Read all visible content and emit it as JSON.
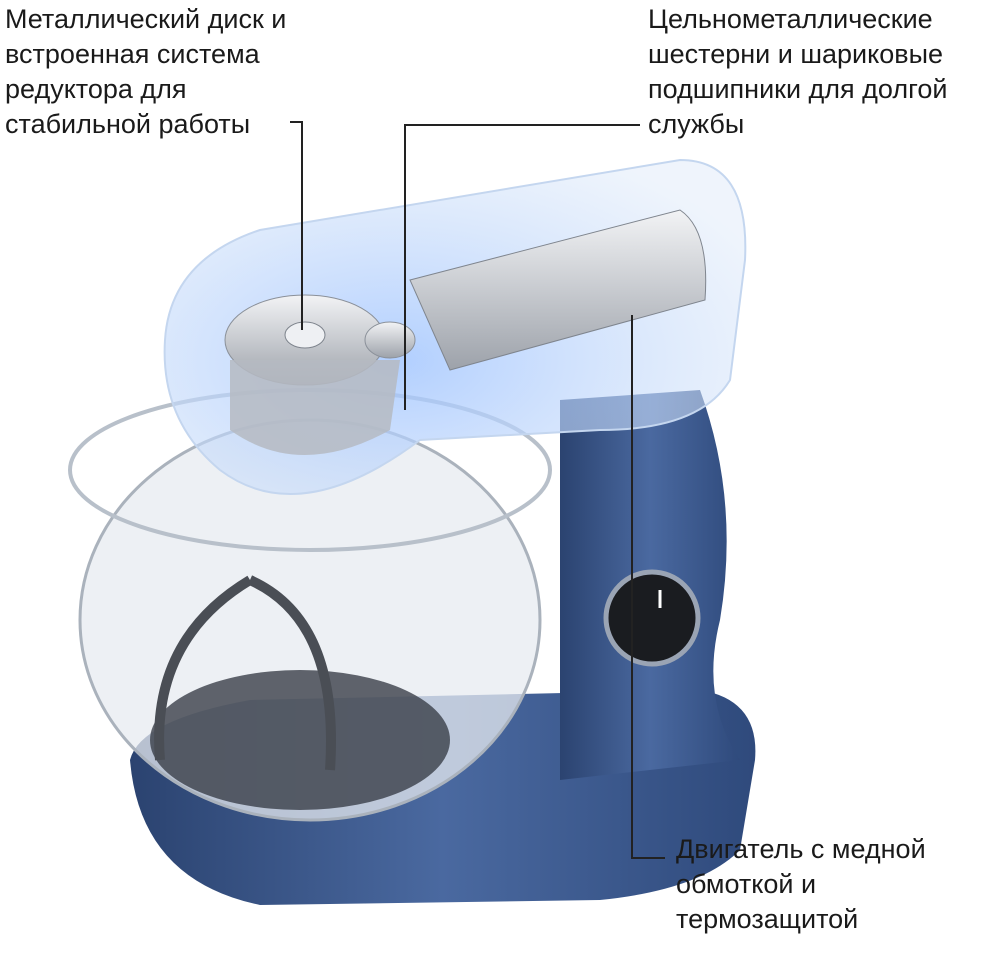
{
  "callouts": {
    "disk": {
      "lines": [
        "Металлический диск и",
        "встроенная система",
        "редуктора для",
        "стабильной работы"
      ]
    },
    "gears": {
      "lines": [
        "Цельнометаллические",
        "шестерни и шариковые",
        "подшипники для долгой",
        "службы"
      ]
    },
    "motor": {
      "lines": [
        "Двигатель с медной",
        "обмоткой и",
        "термозащитой"
      ]
    }
  },
  "colors": {
    "body": "#3e5a8e",
    "body_dark": "#2a3f66",
    "shell": "#cfe0f7",
    "metal": "#c9ccd1",
    "line": "#222222"
  }
}
